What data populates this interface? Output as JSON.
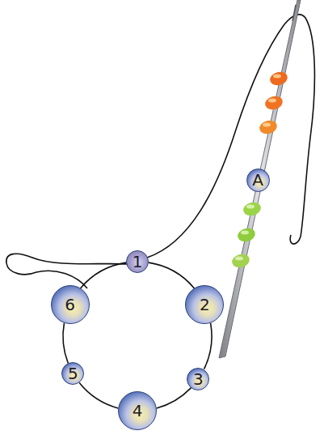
{
  "diagram": {
    "nodes": [
      {
        "text": [
          "1"
        ]
      },
      {
        "text": [
          "2"
        ]
      },
      {
        "text": [
          "3"
        ]
      },
      {
        "text": [
          "4"
        ]
      },
      {
        "text": [
          "5"
        ]
      },
      {
        "text": [
          "6"
        ]
      },
      {
        "text": [
          "A"
        ]
      }
    ],
    "edges": [
      {
        "from": 0,
        "to": 1,
        "arrow": "none"
      },
      {
        "from": 1,
        "to": 2,
        "arrow": "none"
      },
      {
        "from": 2,
        "to": 3,
        "arrow": "none"
      },
      {
        "from": 3,
        "to": 4,
        "arrow": "none"
      },
      {
        "from": 4,
        "to": 5,
        "arrow": "none"
      },
      {
        "from": 5,
        "to": 0,
        "arrow": "none"
      }
    ]
  }
}
